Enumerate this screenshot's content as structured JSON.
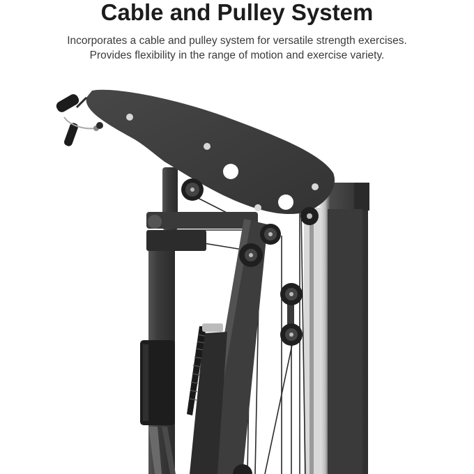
{
  "heading": {
    "title": "Cable and Pulley System",
    "description_line1": "Incorporates a cable and pulley system for versatile strength exercises.",
    "description_line2": "Provides flexibility in the range of motion and exercise variety."
  },
  "image": {
    "subject": "home-gym-cable-pulley-tower",
    "colors": {
      "frame": "#3a3a3a",
      "frame_dark": "#262626",
      "frame_light": "#5a5a5a",
      "cable": "#2a2a2a",
      "background": "#ffffff"
    }
  }
}
